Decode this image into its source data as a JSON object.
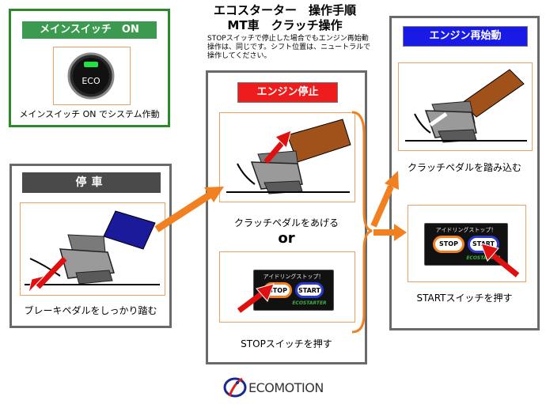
{
  "header": {
    "title_line1": "エコスターター　操作手順",
    "title_line2": "MT車　クラッチ操作",
    "note_line1": "STOPスイッチで停止した場合でもエンジン再始動",
    "note_line2": "操作は、同じです。シフト位置は、ニュートラルで",
    "note_line3": "操作してください。"
  },
  "main_switch": {
    "heading": "メインスイッチ　ON",
    "button_label": "ECO",
    "caption": "メインスイッチ ON でシステム作動"
  },
  "parking": {
    "heading": "停車",
    "caption": "ブレーキペダルをしっかり踏む"
  },
  "engine_stop": {
    "heading": "エンジン停止",
    "caption_clutch": "クラッチペダルをあげる",
    "or_label": "or",
    "caption_switch": "STOPスイッチを押す"
  },
  "engine_restart": {
    "heading": "エンジン再始動",
    "caption_clutch": "クラッチペダルを踏み込む",
    "caption_switch": "STARTスイッチを押す"
  },
  "switch_panel": {
    "label": "アイドリングストップ！",
    "stop_label": "STOP",
    "start_label": "START",
    "brand": "ECOSTARTER"
  },
  "logo": {
    "text": "ECOMOTION"
  },
  "colors": {
    "green_border": "#2a8a2a",
    "green_header": "#3c9a50",
    "red_header": "#ee1c1c",
    "blue_header": "#1a1ae6",
    "arrow_orange": "#f08020",
    "pedal_arrow_red": "#e01010"
  }
}
